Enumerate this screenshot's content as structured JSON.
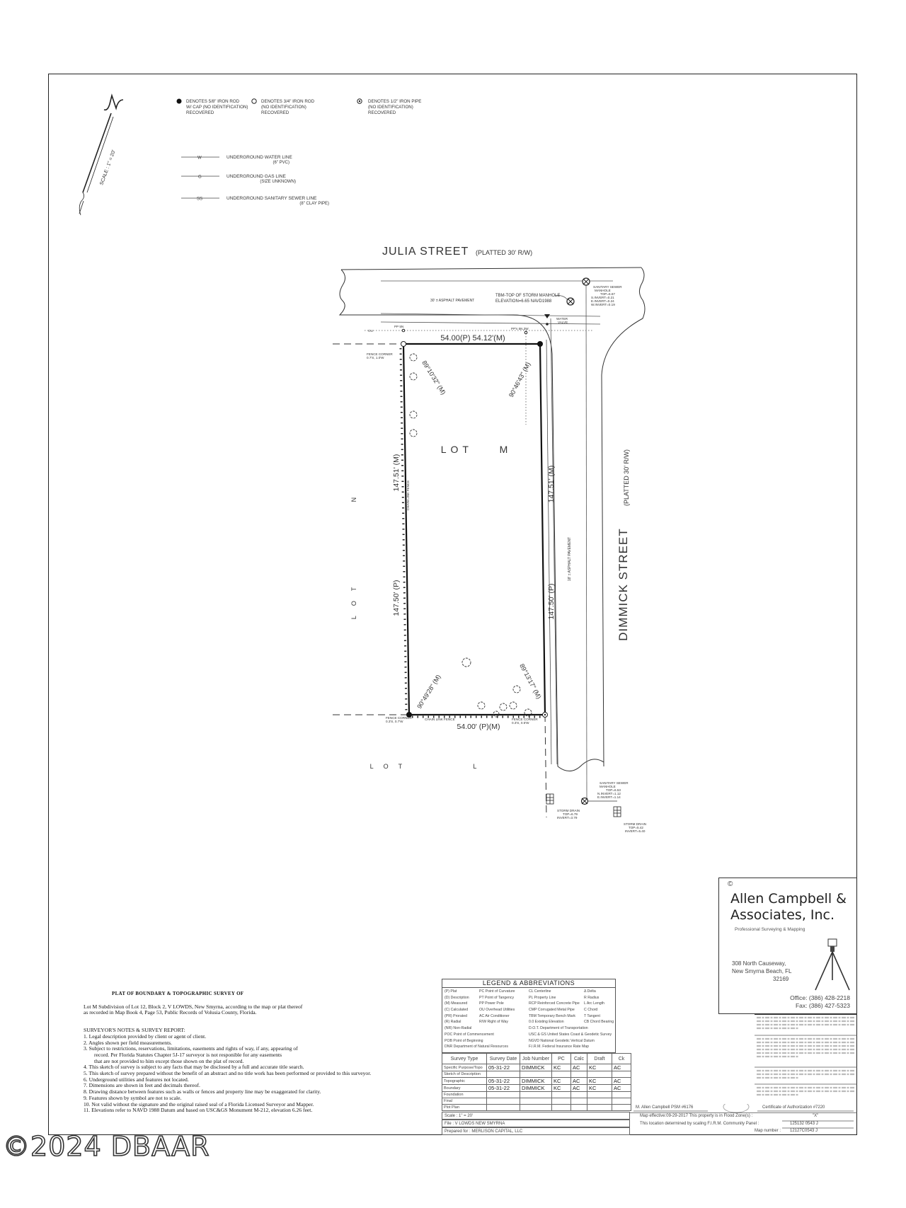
{
  "north_arrow": {
    "letter": "N",
    "scale": "SCALE : 1\" = 20'"
  },
  "symbol_legend": [
    {
      "icon": "filled-circle",
      "lines": [
        "DENOTES 5/8\" IRON ROD",
        "W/ CAP (NO IDENTIFICATION)",
        "RECOVERED"
      ]
    },
    {
      "icon": "open-circle",
      "lines": [
        "DENOTES 3/4\" IRON ROD",
        "(NO IDENTIFICATION)",
        "RECOVERED"
      ]
    },
    {
      "icon": "dotted-circle",
      "lines": [
        "DENOTES 1/2\" IRON PIPE",
        "(NO IDENTIFICATION)",
        "RECOVERED"
      ]
    }
  ],
  "utility_legend": [
    {
      "code": "W",
      "label": "UNDERGROUND  WATER LINE",
      "sub": "(6\" PVC)"
    },
    {
      "code": "G",
      "label": "UNDERGROUND  GAS LINE",
      "sub": "(SIZE UNKNOWN)"
    },
    {
      "code": "SS",
      "label": "UNDERGROUND  SANITARY SEWER LINE",
      "sub": "(8\" CLAY PIPE)"
    }
  ],
  "streets": {
    "julia": "JULIA STREET",
    "julia_rw": "(PLATTED 30' R/W)",
    "dimmick": "DIMMICK STREET",
    "dimmick_rw": "(PLATTED 30' R/W)",
    "julia_pavement": "30' ±  ASPHALT PAVEMENT",
    "dimmick_pavement": "18' ±  ASPHALT PAVEMENT"
  },
  "lots": {
    "m": "LOT M",
    "n": "LOT N",
    "l": "LOT L"
  },
  "dimensions": {
    "north": "54.00(P)   54.12'(M)",
    "south": "54.00' (P)(M)",
    "west_m": "147.51' (M)",
    "west_p": "147.50' (P)",
    "east_m": "147.51' (M)",
    "east_p": "147.50' (P)",
    "angle_nw": "89°10'32\" (M)",
    "angle_ne": "90°46'43\" (M)",
    "angle_sw": "90°49'28\" (M)",
    "angle_se": "89°13'17\" (M)"
  },
  "annotations": {
    "tbm": [
      "TBM-TOP OF STORM MANHOLE",
      "ELEVATION=6.65 NAVD1988"
    ],
    "ss_manhole_north": [
      "SANITARY SEWER",
      "MANHOLE",
      "TOP=6.67",
      "S.INVERT=0.21",
      "E.INVERT=0.24",
      "W.INVERT=0.19"
    ],
    "water_valve": [
      "WATER",
      "VALVE"
    ],
    "pp_west": "PP 5N",
    "pp_east": "PP's 5N,3W",
    "ou": "OU",
    "fence_nw": [
      "FENCE CORNER",
      "0.7'S, 1.0'W"
    ],
    "fence_sw": [
      "FENCE CORNER",
      "0.3'S, 0.7'W"
    ],
    "fence_se": [
      "FENCE CORNER",
      "0.3'S, 0.5'W"
    ],
    "chain_link_south": "CHAIN LINK FENCE",
    "chain_link_west": "CHAIN LINK FENCE",
    "ss_manhole_south": [
      "SANITARY SEWER",
      "MANHOLE",
      "TOP=6.53",
      "N.INVERT=1.12",
      "E.INVERT=1.14"
    ],
    "storm_drain_1": [
      "STORM DRAIN",
      "TOP=6.79",
      "INVERT=3.79"
    ],
    "storm_drain_2": [
      "STORM DRAIN",
      "TOP=5.42",
      "INVERT=5.40"
    ]
  },
  "notes": {
    "title": "PLAT OF BOUNDARY & TOPOGRAPHIC SURVEY OF",
    "description": [
      "Lot M  Subdivision of  Lot 12, Block 2, V LOWDS, New Smyrna, according to the map or plat thereof",
      "as recorded in Map Book 4, Page 53, Public Records of Volusia County, Florida."
    ],
    "heading": "SURVEYOR'S NOTES & SURVEY REPORT:",
    "items": [
      [
        "1.  Legal description provided by client or agent of client."
      ],
      [
        "2.  Angles shown per field measurements."
      ],
      [
        "3.  Subject to restrictions, reservations, limitations, easements and rights of way, if any, appearing of",
        "record. Per Florida Statutes Chapter 5J-17 surveyor is not responible for any easements",
        "that are not provided to him except those shown on the plat of record."
      ],
      [
        "4.  This sketch of survey is subject to any facts that may be disclosed by a full and accurate title search."
      ],
      [
        "5.  This sketch of survey prepared without the benefit of an abstract and no title work has been performed or provided to this surveyor."
      ],
      [
        "6.  Underground utilities and features not located."
      ],
      [
        "7.  Dimensions are shown in feet and decimals thereof."
      ],
      [
        "8.  Drawing distance between features such as walls or fences and property line may be exaggerated for clarity."
      ],
      [
        "9.  Features shown by symbol are not to scale."
      ],
      [
        "10.  Not valid without the signature and the original raised seal of a Florida Licensed Surveyor and Mapper."
      ],
      [
        "11.  Elevations refer to NAVD 1988 Datum and based on USC&GS Monument M-212, elevation 6.26 feet."
      ]
    ]
  },
  "legend_table": {
    "title": "LEGEND & ABBREVIATIONS",
    "columns": [
      [
        "(P) Plat",
        "(D) Description",
        "(M) Measured",
        "(C) Calculated",
        "(PR) Prorated",
        "(R) Radial",
        "(NR) Non-Radial",
        "POC Point of Commencement",
        "POB Point of Beginning",
        "DNR Department of Natural Resources"
      ],
      [
        "PC Point of Curvature",
        "PT Point of Tangency",
        "PP Power Pole",
        "OU Overhead Utilities",
        "AC Air Conditioner",
        "R/W Right of Way"
      ],
      [
        "CL Centerline",
        "PL Property Line",
        "RCP Reinforced Concrete Pipe",
        "CMP Corrugated Metal Pipe",
        "TBM Temporary Bench Mark",
        "0.0 Existing Elevation",
        "D.O.T. Department of Transportation",
        "USC & GS United States Coast & Geodetic Survey",
        "NGVD National Geodetic Vertical Datum",
        "F.I.R.M. Federal Insurance Rate Map"
      ],
      [
        "Δ  Delta",
        "R  Radius",
        "L  Arc Length",
        "C  Chord",
        "T  Tangent",
        "CB Chord Bearing"
      ]
    ]
  },
  "survey_table": {
    "headers": [
      "Survey Type",
      "Survey Date",
      "Job Number",
      "PC",
      "Calc",
      "Draft",
      "Ck"
    ],
    "rows": [
      [
        "Specific Purpose/Topo",
        "05-31-22",
        "DIMMICK",
        "KC",
        "AC",
        "KC",
        "AC"
      ],
      [
        "Sketch of Description",
        "",
        "",
        "",
        "",
        "",
        ""
      ],
      [
        "Topographic",
        "05-31-22",
        "DIMMICK",
        "KC",
        "AC",
        "KC",
        "AC"
      ],
      [
        "Boundary",
        "05-31-22",
        "DIMMICK",
        "KC",
        "AC",
        "KC",
        "AC"
      ],
      [
        "Foundation",
        "",
        "",
        "",
        "",
        "",
        ""
      ],
      [
        "Final",
        "",
        "",
        "",
        "",
        "",
        ""
      ],
      [
        "Plot Plan",
        "",
        "",
        "",
        "",
        "",
        ""
      ]
    ],
    "scale": "Scale :   1\" =  20'",
    "file": "File  :  V LOWDS NEW SMYRNA",
    "prepared_for": "Prepared for :  MERLISON CAPITAL, LLC"
  },
  "company": {
    "copyright": "©",
    "name_line1": "Allen Campbell &",
    "name_line2": "Associates, Inc.",
    "tagline": "Professional Surveying & Mapping",
    "address": [
      "308 North Causeway,",
      "New Smyrna Beach, FL",
      "32169"
    ],
    "office": "Office:  (386) 428-2218",
    "fax": "Fax:  (386) 427-5323"
  },
  "certification": {
    "surveyor": "M. Allen Campbell   PSM #6176",
    "certificate": "Certificate of Authorization #7220",
    "map_effective": "Map effective:09-29-2017 This property is in Flood Zone(s) :",
    "flood_zone": "\"X\"",
    "location": "This location determined by scaling F.I.R.M. Community Panel :",
    "community_panel": "125132 0543 J",
    "map_number_label": "Map number :",
    "map_number": "12127C0543 J"
  },
  "watermark": "©2024 DBAAR"
}
